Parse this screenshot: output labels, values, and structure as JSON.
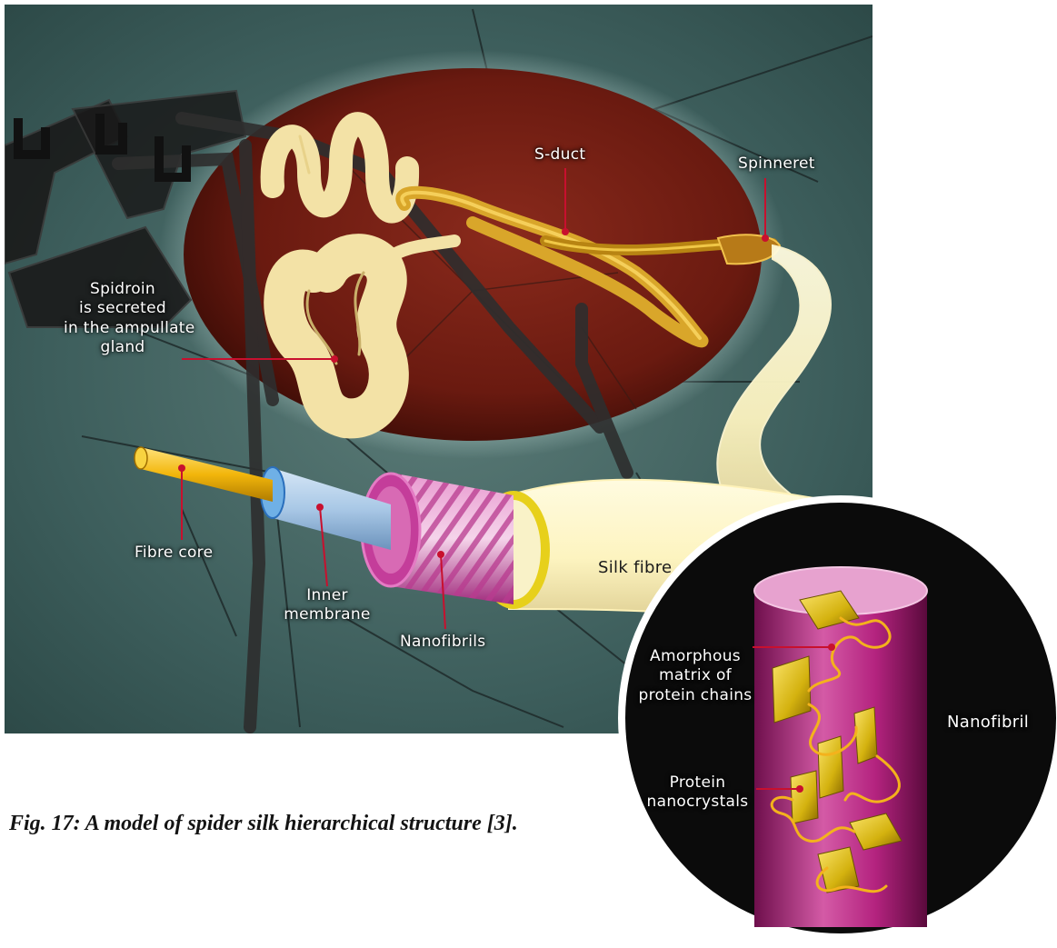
{
  "labels": {
    "s_duct": "S-duct",
    "spinneret": "Spinneret",
    "spidroin": [
      "Spidroin",
      "is secreted",
      "in the ampullate",
      "gland"
    ],
    "fibre_core": "Fibre core",
    "inner_membrane": [
      "Inner",
      "membrane"
    ],
    "nanofibrils": "Nanofibrils",
    "silk_fibre": "Silk fibre",
    "amorphous": [
      "Amorphous",
      "matrix of",
      "protein chains"
    ],
    "protein_nanocrystals": [
      "Protein",
      "nanocrystals"
    ],
    "nanofibril": "Nanofibril"
  },
  "caption": "Fig. 17:  A model of spider silk hierarchical structure [3].",
  "colors": {
    "background": "#3a5a58",
    "abdomen": "#6e1c12",
    "gland": "#f3e2a6",
    "duct": "#d9a62a",
    "fibre": "#fdf6c8",
    "nanofibrils": "#c43d9a",
    "inner_membrane": "#a9c8e6",
    "core": "#f2b60b",
    "inset_circle": "#0b0b0b",
    "inset_cylinder": "#b4237f",
    "crystals": "#d4b20f",
    "leader_dot": "#c8102e"
  }
}
